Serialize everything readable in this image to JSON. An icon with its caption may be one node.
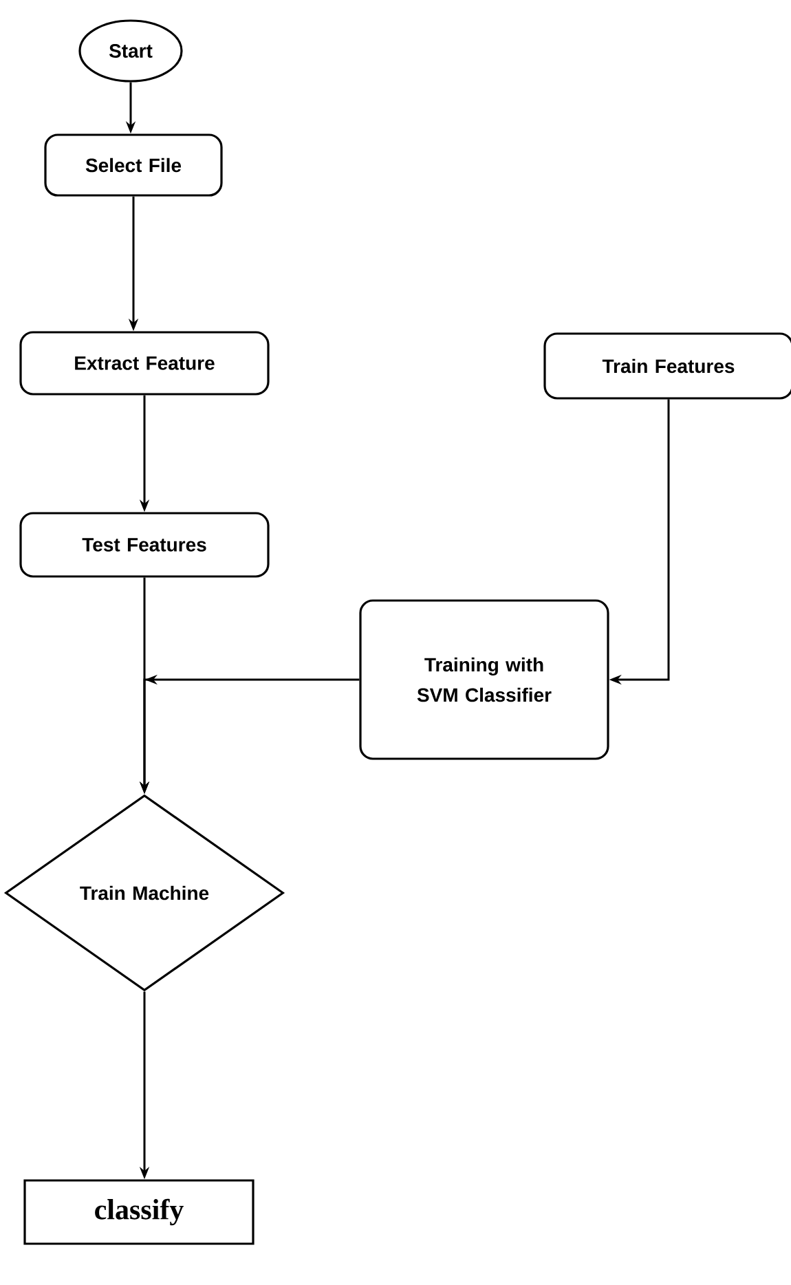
{
  "diagram": {
    "nodes": [
      {
        "text": [
          "Start"
        ]
      },
      {
        "text": [
          "Select File"
        ]
      },
      {
        "text": [
          "Extract Feature"
        ]
      },
      {
        "text": [
          "Test Features"
        ]
      },
      {
        "text": [
          "Train Features"
        ]
      },
      {
        "text": [
          "Training with SVM Classifier"
        ]
      },
      {
        "text": [
          "Train Machine"
        ]
      },
      {
        "text": [
          "classify"
        ]
      }
    ],
    "edges": [
      {
        "from": 0,
        "to": 1,
        "arrow": "to"
      },
      {
        "from": 1,
        "to": 2,
        "arrow": "to"
      },
      {
        "from": 2,
        "to": 3,
        "arrow": "to"
      },
      {
        "from": 3,
        "to": 6,
        "arrow": "to"
      },
      {
        "from": 5,
        "to": 6,
        "arrow": "to"
      },
      {
        "from": 4,
        "to": 5,
        "arrow": "to"
      },
      {
        "from": 6,
        "to": 7,
        "arrow": "to"
      }
    ]
  }
}
